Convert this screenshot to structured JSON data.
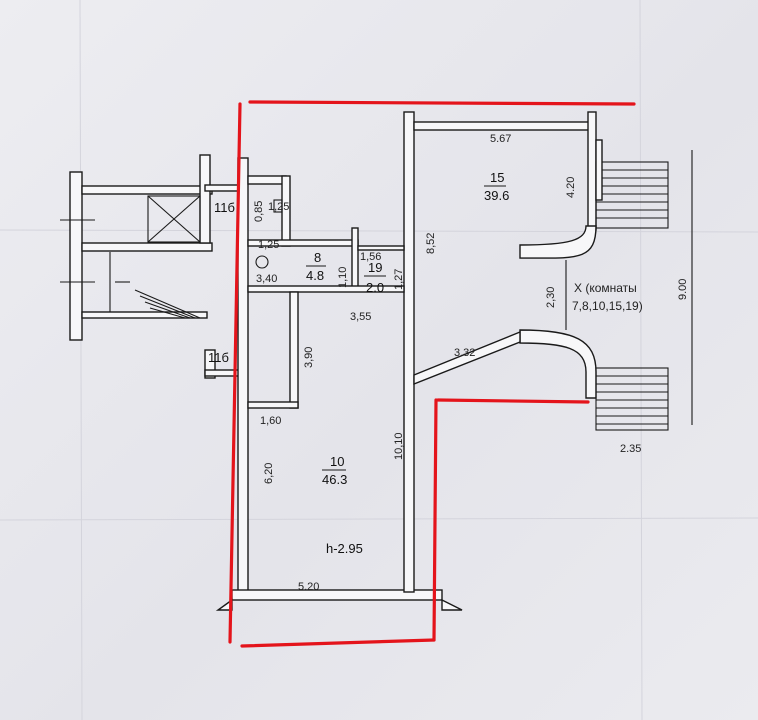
{
  "rooms": {
    "r15": {
      "number": "15",
      "area": "39.6"
    },
    "r8": {
      "number": "8",
      "area": "4.8"
    },
    "r19": {
      "number": "19",
      "area": "2.0"
    },
    "r10": {
      "number": "10",
      "area": "46.3"
    }
  },
  "dimensions": {
    "d567": "5.67",
    "d420": "4.20",
    "d852": "8,52",
    "d085": "0,85",
    "d125a": "1,25",
    "d125b": "1,25",
    "d340": "3,40",
    "d110": "1,10",
    "d156": "1,56",
    "d127": "1,27",
    "d355": "3,55",
    "d390": "3,90",
    "d160": "1,60",
    "d620": "6,20",
    "d1010": "10,10",
    "d520": "5.20",
    "d230": "2,30",
    "d332": "3.32",
    "d900": "9.00",
    "d235": "2.35",
    "height": "h-2.95"
  },
  "markers": {
    "m1": "11б",
    "m2": "11б"
  },
  "note": {
    "line1": "X (комнаты",
    "line2": "7,8,10,15,19)"
  },
  "colors": {
    "outline": "#e4141b",
    "walls": "#1a1a1a"
  }
}
